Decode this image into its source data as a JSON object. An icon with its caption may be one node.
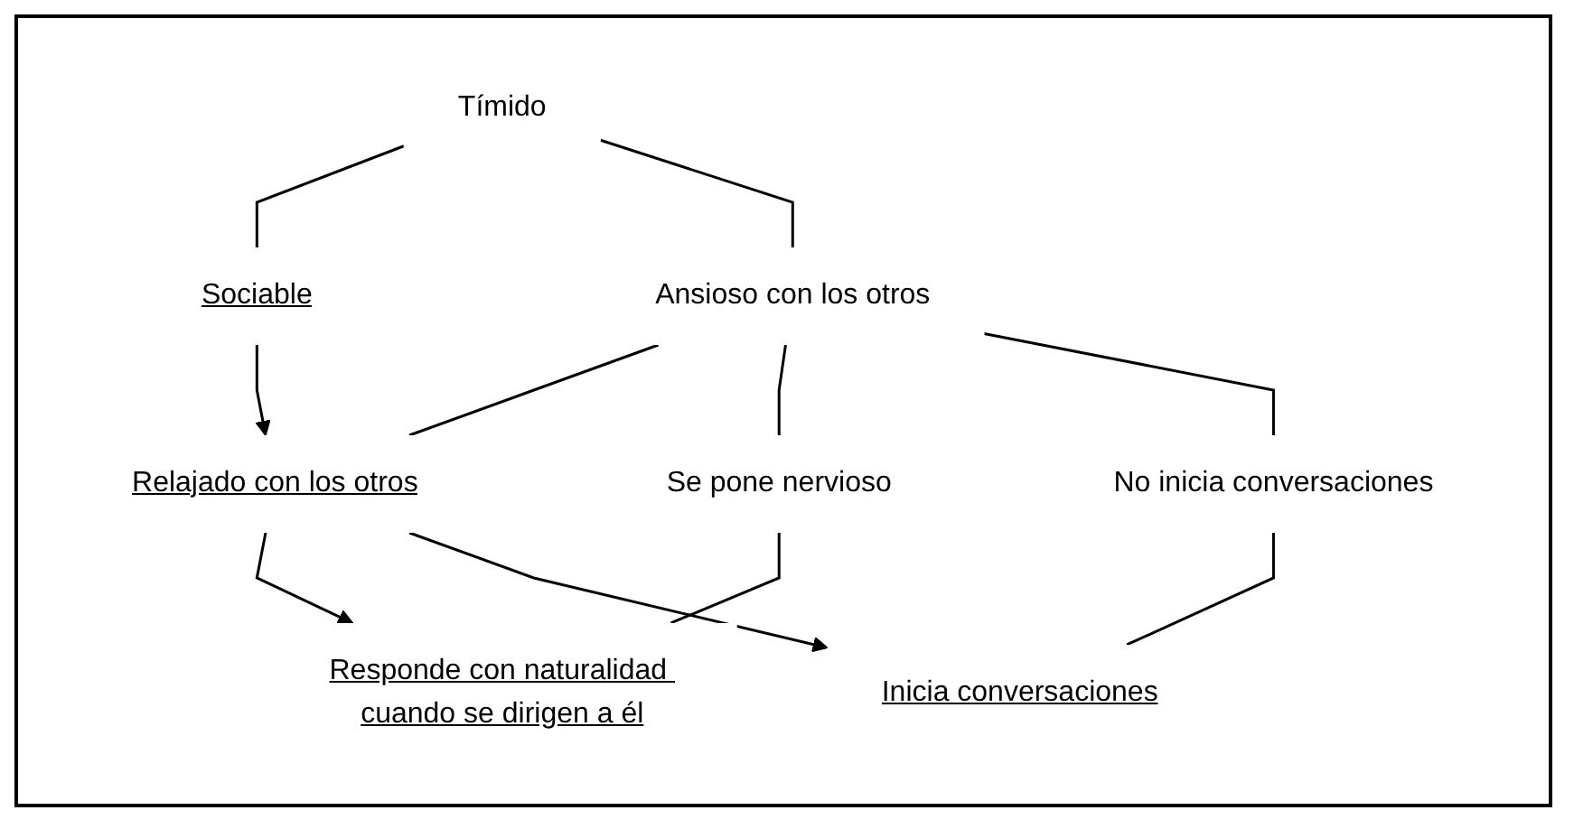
{
  "diagram": {
    "nodes": [
      {
        "text": [
          "Tímido"
        ]
      },
      {
        "text": [
          "Sociable"
        ]
      },
      {
        "text": [
          "Ansioso con los otros"
        ]
      },
      {
        "text": [
          "Relajado con los otros"
        ]
      },
      {
        "text": [
          "Se pone nervioso"
        ]
      },
      {
        "text": [
          "Responde con naturalidad cuando se dirigen a él"
        ]
      },
      {
        "text": [
          "No inicia conversaciones"
        ]
      },
      {
        "text": [
          "Inicia conversaciones"
        ]
      }
    ],
    "edges": [
      {
        "from": 0,
        "to": 1,
        "arrow": "none"
      },
      {
        "from": 0,
        "to": 2,
        "arrow": "none"
      },
      {
        "from": 1,
        "to": 3,
        "arrow": "to"
      },
      {
        "from": 2,
        "to": 3,
        "arrow": "none"
      },
      {
        "from": 2,
        "to": 4,
        "arrow": "none"
      },
      {
        "from": 2,
        "to": 6,
        "arrow": "none"
      },
      {
        "from": 3,
        "to": 5,
        "arrow": "to"
      },
      {
        "from": 3,
        "to": 7,
        "arrow": "to"
      },
      {
        "from": 4,
        "to": 5,
        "arrow": "none"
      },
      {
        "from": 6,
        "to": 7,
        "arrow": "none"
      }
    ]
  }
}
